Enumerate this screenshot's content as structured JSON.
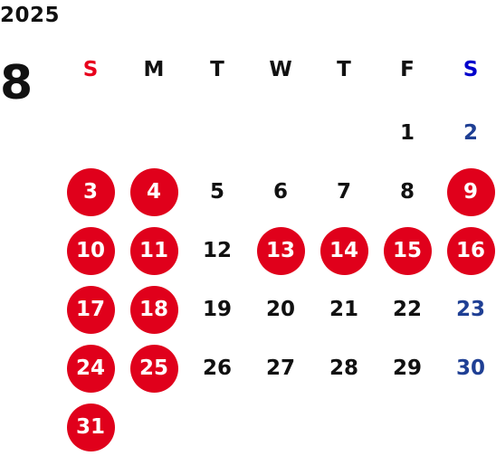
{
  "year": "2025",
  "month": "8",
  "colors": {
    "text": "#111111",
    "sunday_header": "#e8001c",
    "saturday_header": "#0000cc",
    "saturday_day": "#1f3f94",
    "holiday_circle": "#e0001b",
    "holiday_text": "#ffffff"
  },
  "weekdays": [
    {
      "label": "S",
      "color": "#e8001c"
    },
    {
      "label": "M",
      "color": "#111111"
    },
    {
      "label": "T",
      "color": "#111111"
    },
    {
      "label": "W",
      "color": "#111111"
    },
    {
      "label": "T",
      "color": "#111111"
    },
    {
      "label": "F",
      "color": "#111111"
    },
    {
      "label": "S",
      "color": "#0000cc"
    }
  ],
  "weeks": [
    [
      null,
      null,
      null,
      null,
      null,
      {
        "d": "1"
      },
      {
        "d": "2",
        "kind": "sat"
      }
    ],
    [
      {
        "d": "3",
        "kind": "off"
      },
      {
        "d": "4",
        "kind": "off"
      },
      {
        "d": "5"
      },
      {
        "d": "6"
      },
      {
        "d": "7"
      },
      {
        "d": "8"
      },
      {
        "d": "9",
        "kind": "off"
      }
    ],
    [
      {
        "d": "10",
        "kind": "off"
      },
      {
        "d": "11",
        "kind": "off"
      },
      {
        "d": "12"
      },
      {
        "d": "13",
        "kind": "off"
      },
      {
        "d": "14",
        "kind": "off"
      },
      {
        "d": "15",
        "kind": "off"
      },
      {
        "d": "16",
        "kind": "off"
      }
    ],
    [
      {
        "d": "17",
        "kind": "off"
      },
      {
        "d": "18",
        "kind": "off"
      },
      {
        "d": "19"
      },
      {
        "d": "20"
      },
      {
        "d": "21"
      },
      {
        "d": "22"
      },
      {
        "d": "23",
        "kind": "sat"
      }
    ],
    [
      {
        "d": "24",
        "kind": "off"
      },
      {
        "d": "25",
        "kind": "off"
      },
      {
        "d": "26"
      },
      {
        "d": "27"
      },
      {
        "d": "28"
      },
      {
        "d": "29"
      },
      {
        "d": "30",
        "kind": "sat"
      }
    ],
    [
      {
        "d": "31",
        "kind": "off"
      },
      null,
      null,
      null,
      null,
      null,
      null
    ]
  ]
}
